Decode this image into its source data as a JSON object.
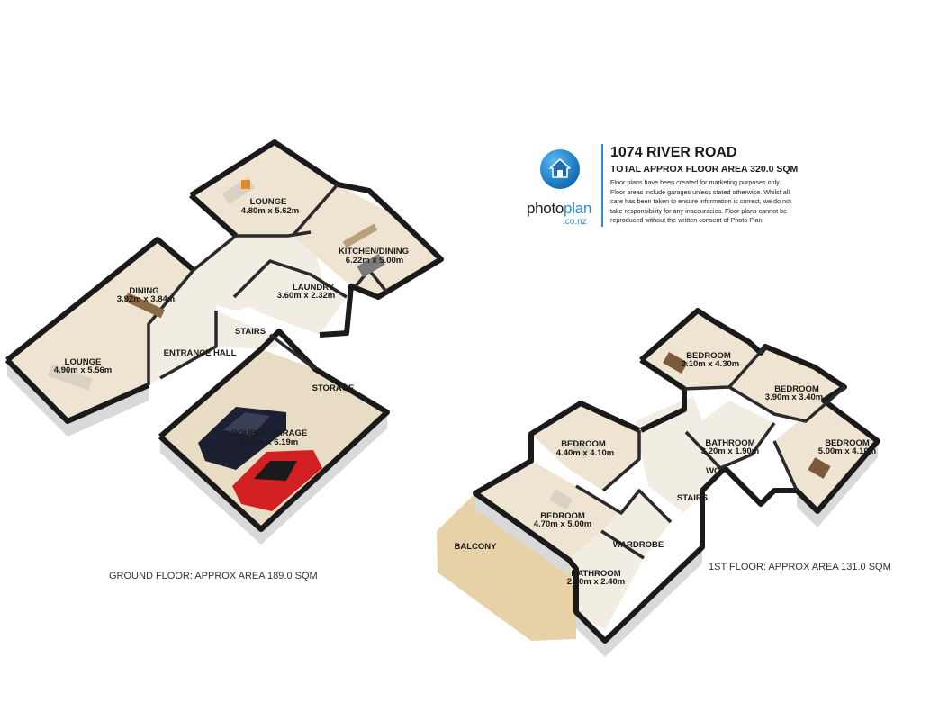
{
  "header": {
    "logo_word_photo": "photo",
    "logo_word_plan": "plan",
    "logo_sub": ".co.nz",
    "title": "1074 RIVER ROAD",
    "total_area": "TOTAL APPROX FLOOR AREA 320.0 SQM",
    "disclaimer": "Floor plans have been created for marketing purposes only. Floor areas include garages unless stated otherwise. Whilst all care has been taken to ensure information is correct, we do not take responsibility for any inaccuracies. Floor plans cannot be reproduced without the written consent of Photo Plan."
  },
  "ground_floor": {
    "caption": "GROUND FLOOR: APPROX AREA 189.0 SQM",
    "rooms": {
      "lounge_top": {
        "name": "LOUNGE",
        "dims": "4.80m x 5.62m"
      },
      "kitchen": {
        "name": "KITCHEN/DINING",
        "dims": "6.22m x 5.00m"
      },
      "dining": {
        "name": "DINING",
        "dims": "3.92m x 3.84m"
      },
      "laundry": {
        "name": "LAUNDRY",
        "dims": "3.60m x 2.32m"
      },
      "lounge_left": {
        "name": "LOUNGE",
        "dims": "4.90m x 5.56m"
      },
      "stairs": {
        "name": "STAIRS"
      },
      "entrance": {
        "name": "ENTRANCE HALL"
      },
      "storage": {
        "name": "STORAGE"
      },
      "garage": {
        "name": "DOUBLE GARAGE",
        "dims": "6.23m x 6.19m"
      }
    }
  },
  "first_floor": {
    "caption": "1ST FLOOR: APPROX AREA 131.0 SQM",
    "rooms": {
      "bed1": {
        "name": "BEDROOM",
        "dims": "3.10m x 4.30m"
      },
      "bed2": {
        "name": "BEDROOM",
        "dims": "3.90m x 3.40m"
      },
      "bed3": {
        "name": "BEDROOM",
        "dims": "4.40m x 4.10m"
      },
      "bath1": {
        "name": "BATHROOM",
        "dims": "3.20m x 1.90m"
      },
      "bed4": {
        "name": "BEDROOM",
        "dims": "5.00m x 4.10m"
      },
      "wc": {
        "name": "WC"
      },
      "stairs": {
        "name": "STAIRS"
      },
      "bed5": {
        "name": "BEDROOM",
        "dims": "4.70m x 5.00m"
      },
      "balcony": {
        "name": "BALCONY"
      },
      "wardrobe": {
        "name": "WARDROBE"
      },
      "bath2": {
        "name": "BATHROOM",
        "dims": "2.60m x 2.40m"
      }
    }
  },
  "colors": {
    "brand_blue": "#2b8fd6",
    "garage_car_red": "#d21f22",
    "garage_car_dark": "#1d2033",
    "floor_wood": "#eee4d1",
    "balcony": "#e7d2a8"
  }
}
